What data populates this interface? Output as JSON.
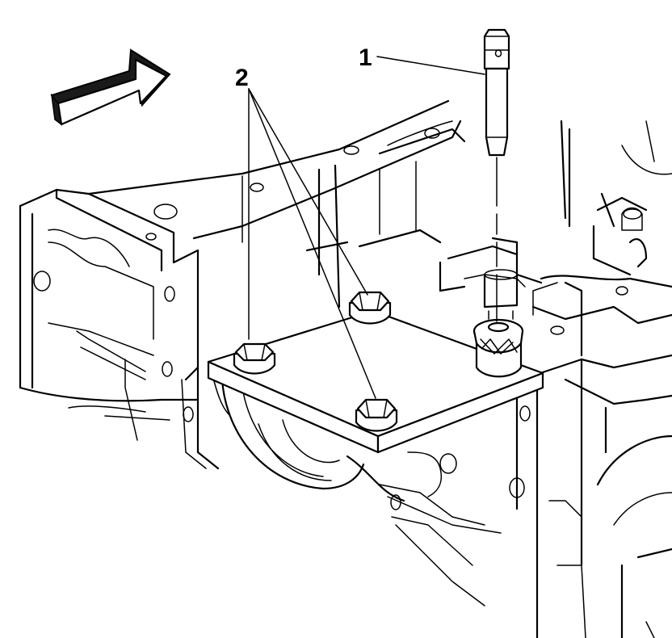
{
  "callouts": {
    "tool": "1",
    "bolts": "2"
  },
  "colors": {
    "ink": "#000000",
    "paper": "#ffffff",
    "arrow_shadow": "#1a1a1a"
  },
  "icons": {
    "direction": "front-direction-arrow"
  }
}
